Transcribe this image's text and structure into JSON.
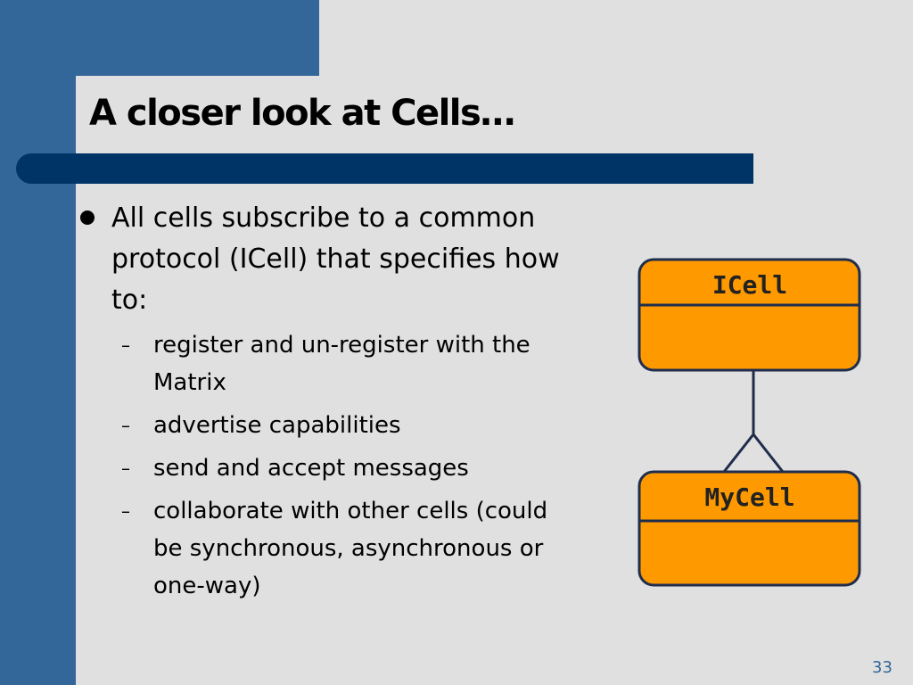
{
  "slide": {
    "title": "A closer look at Cells…",
    "page_number": "33",
    "bullet": {
      "text": "All cells subscribe to a common protocol (ICell) that specifies how to:",
      "sub_items": [
        {
          "label": "register and un-register with the Matrix"
        },
        {
          "label": "advertise capabilities"
        },
        {
          "label": "send and accept messages"
        },
        {
          "label": "collaborate with other cells (could be synchronous, asynchronous or one-way)"
        }
      ]
    }
  },
  "diagram": {
    "parent_class": "ICell",
    "child_class": "MyCell",
    "colors": {
      "box_fill": "#ff9900",
      "box_stroke": "#1f2d4d"
    }
  },
  "theme": {
    "accent_blue": "#336699",
    "bar_navy": "#003366",
    "background_grey": "#e0e0e0"
  }
}
